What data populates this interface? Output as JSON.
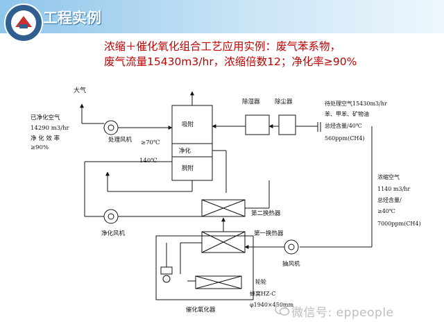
{
  "header": {
    "title": "工程实例",
    "brand_color": "#2d6a9a"
  },
  "subtitle": {
    "line1": "浓缩＋催化氧化组合工艺应用实例：废气苯系物，",
    "line2": "废气流量15430m3/hr，浓缩倍数12；净化率≥90%",
    "color": "#c00000"
  },
  "diagram": {
    "atmosphere": "大气",
    "clean_air": [
      "已净化空气",
      "14290 m3/hr",
      "净 化 效 率",
      "≥90%"
    ],
    "fan_treatment": "处理风机",
    "temp_70": "≥70℃",
    "temp_140": "140℃",
    "tower_adsorb": "吸附",
    "tower_purify": "净化",
    "tower_desorb": "脱附",
    "dehumidifier": "除湿器",
    "dust_remover": "除尘器",
    "inlet": [
      "待处理空气15430m3/hr",
      "苯、甲苯、矿物油",
      "总烃含量/40℃",
      "560ppm(CH4)"
    ],
    "concentrated": [
      "浓缩空气",
      "1140 m3/hr",
      "总烃含量/",
      "≥40℃",
      "7000ppm(CH4)"
    ],
    "hx2": "第二换热器",
    "hx1": "第一换热器",
    "fan_purify": "净化风机",
    "fan_exhaust": "抽风机",
    "catalytic_reactor": "催化氧化器",
    "wheel_labels": [
      "轮轮",
      "蜂窝HZ-C",
      "φ1940×450mm"
    ]
  },
  "watermark": {
    "text": "微信号: eppeople"
  }
}
